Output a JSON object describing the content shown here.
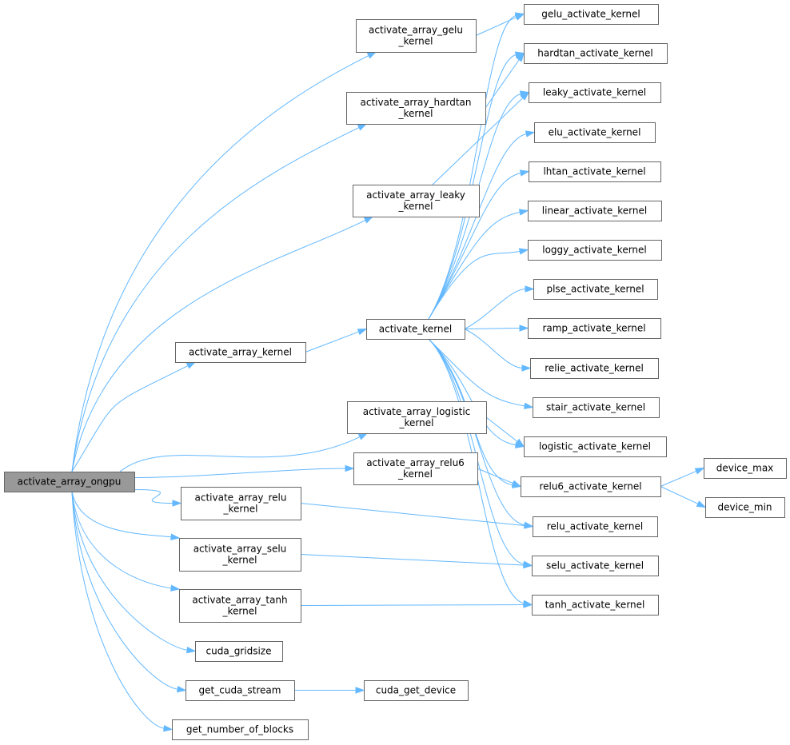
{
  "graph": {
    "title": "activate_array_ongpu call graph",
    "colors": {
      "edge": "#63b8ff",
      "root_fill": "#999999",
      "node_border": "#666666"
    },
    "nodes": [
      {
        "id": "ongpu",
        "lines": [
          "activate_array_ongpu"
        ],
        "root": true
      },
      {
        "id": "gelu_k",
        "lines": [
          "activate_array_gelu",
          "_kernel"
        ]
      },
      {
        "id": "hardtan_k",
        "lines": [
          "activate_array_hardtan",
          "_kernel"
        ]
      },
      {
        "id": "leaky_k",
        "lines": [
          "activate_array_leaky",
          "_kernel"
        ]
      },
      {
        "id": "array_kernel",
        "lines": [
          "activate_array_kernel"
        ]
      },
      {
        "id": "logistic_k",
        "lines": [
          "activate_array_logistic",
          "_kernel"
        ]
      },
      {
        "id": "relu6_k",
        "lines": [
          "activate_array_relu6",
          "_kernel"
        ]
      },
      {
        "id": "relu_k",
        "lines": [
          "activate_array_relu",
          "_kernel"
        ]
      },
      {
        "id": "selu_k",
        "lines": [
          "activate_array_selu",
          "_kernel"
        ]
      },
      {
        "id": "tanh_k",
        "lines": [
          "activate_array_tanh",
          "_kernel"
        ]
      },
      {
        "id": "gridsize",
        "lines": [
          "cuda_gridsize"
        ]
      },
      {
        "id": "stream",
        "lines": [
          "get_cuda_stream"
        ]
      },
      {
        "id": "blocks",
        "lines": [
          "get_number_of_blocks"
        ]
      },
      {
        "id": "device",
        "lines": [
          "cuda_get_device"
        ]
      },
      {
        "id": "activate",
        "lines": [
          "activate_kernel"
        ]
      },
      {
        "id": "gelu",
        "lines": [
          "gelu_activate_kernel"
        ]
      },
      {
        "id": "hardtan",
        "lines": [
          "hardtan_activate_kernel"
        ]
      },
      {
        "id": "leaky",
        "lines": [
          "leaky_activate_kernel"
        ]
      },
      {
        "id": "elu",
        "lines": [
          "elu_activate_kernel"
        ]
      },
      {
        "id": "lhtan",
        "lines": [
          "lhtan_activate_kernel"
        ]
      },
      {
        "id": "linear",
        "lines": [
          "linear_activate_kernel"
        ]
      },
      {
        "id": "loggy",
        "lines": [
          "loggy_activate_kernel"
        ]
      },
      {
        "id": "plse",
        "lines": [
          "plse_activate_kernel"
        ]
      },
      {
        "id": "ramp",
        "lines": [
          "ramp_activate_kernel"
        ]
      },
      {
        "id": "relie",
        "lines": [
          "relie_activate_kernel"
        ]
      },
      {
        "id": "stair",
        "lines": [
          "stair_activate_kernel"
        ]
      },
      {
        "id": "logistic",
        "lines": [
          "logistic_activate_kernel"
        ]
      },
      {
        "id": "relu6",
        "lines": [
          "relu6_activate_kernel"
        ]
      },
      {
        "id": "relu",
        "lines": [
          "relu_activate_kernel"
        ]
      },
      {
        "id": "selu",
        "lines": [
          "selu_activate_kernel"
        ]
      },
      {
        "id": "tanh",
        "lines": [
          "tanh_activate_kernel"
        ]
      },
      {
        "id": "dmax",
        "lines": [
          "device_max"
        ]
      },
      {
        "id": "dmin",
        "lines": [
          "device_min"
        ]
      }
    ],
    "edges": [
      [
        "ongpu",
        "gelu_k"
      ],
      [
        "ongpu",
        "hardtan_k"
      ],
      [
        "ongpu",
        "leaky_k"
      ],
      [
        "ongpu",
        "array_kernel"
      ],
      [
        "ongpu",
        "logistic_k"
      ],
      [
        "ongpu",
        "relu6_k"
      ],
      [
        "ongpu",
        "relu_k"
      ],
      [
        "ongpu",
        "selu_k"
      ],
      [
        "ongpu",
        "tanh_k"
      ],
      [
        "ongpu",
        "gridsize"
      ],
      [
        "ongpu",
        "stream"
      ],
      [
        "ongpu",
        "blocks"
      ],
      [
        "array_kernel",
        "activate"
      ],
      [
        "activate",
        "gelu"
      ],
      [
        "activate",
        "hardtan"
      ],
      [
        "activate",
        "leaky"
      ],
      [
        "activate",
        "elu"
      ],
      [
        "activate",
        "lhtan"
      ],
      [
        "activate",
        "linear"
      ],
      [
        "activate",
        "loggy"
      ],
      [
        "activate",
        "plse"
      ],
      [
        "activate",
        "ramp"
      ],
      [
        "activate",
        "relie"
      ],
      [
        "activate",
        "stair"
      ],
      [
        "activate",
        "logistic"
      ],
      [
        "activate",
        "relu6"
      ],
      [
        "activate",
        "relu"
      ],
      [
        "activate",
        "selu"
      ],
      [
        "activate",
        "tanh"
      ],
      [
        "gelu_k",
        "gelu"
      ],
      [
        "hardtan_k",
        "hardtan"
      ],
      [
        "leaky_k",
        "leaky"
      ],
      [
        "logistic_k",
        "logistic"
      ],
      [
        "relu6_k",
        "relu6"
      ],
      [
        "relu_k",
        "relu"
      ],
      [
        "selu_k",
        "selu"
      ],
      [
        "tanh_k",
        "tanh"
      ],
      [
        "stream",
        "device"
      ],
      [
        "relu6",
        "dmax"
      ],
      [
        "relu6",
        "dmin"
      ]
    ]
  }
}
